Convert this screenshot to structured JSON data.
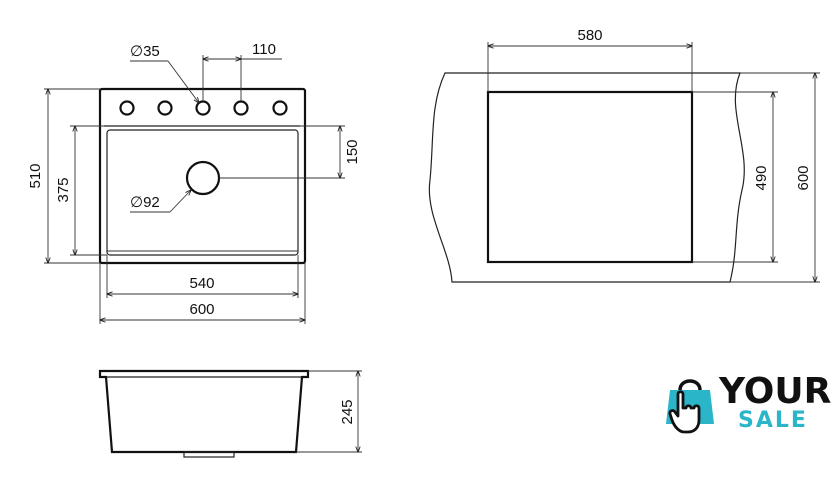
{
  "top_view": {
    "hole_diameter": "∅35",
    "hole_spacing": "110",
    "drain_offset": "150",
    "drain_diameter": "∅92",
    "inner_depth": "375",
    "outer_depth": "510",
    "inner_width": "540",
    "outer_width": "600",
    "tap_hole_count": 5
  },
  "cutout_view": {
    "cutout_width": "580",
    "cutout_depth": "490",
    "cabinet_depth": "600"
  },
  "side_view": {
    "bowl_depth": "245"
  },
  "logo": {
    "line1": "YOUR",
    "line2": "SALE",
    "accent_color": "#2bb5c8",
    "icon": "shopping-bag-hand-icon"
  }
}
